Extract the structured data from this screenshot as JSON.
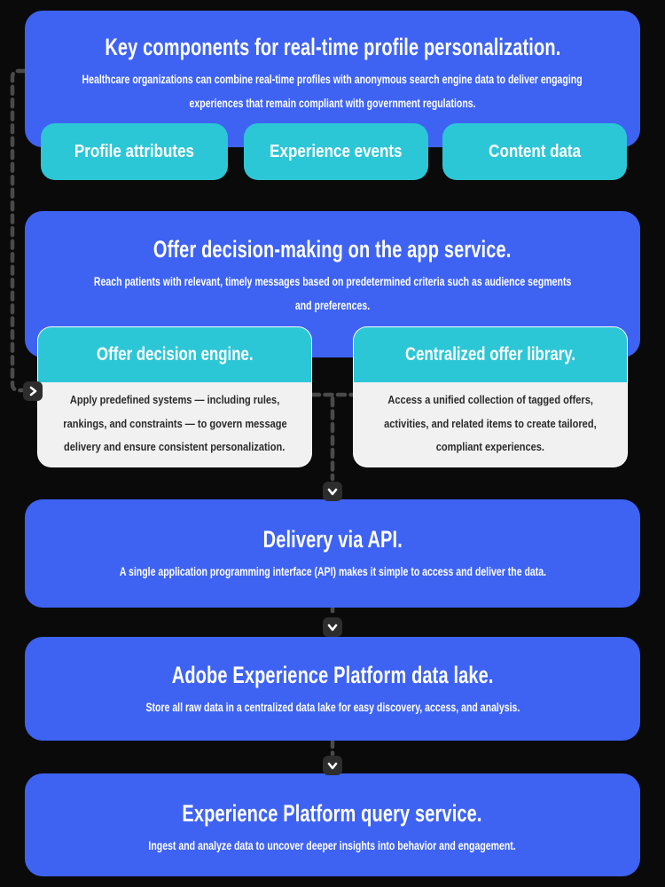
{
  "colors": {
    "background": "#0a0a0a",
    "primary_blue": "#3e63f3",
    "teal": "#2cc7d6",
    "card_body_background": "#f1f1f1",
    "card_body_text": "#2b2b2b",
    "connector_dash": "#4a4a4a",
    "arrow_chip_background": "#2d2d2d",
    "text_on_blue": "#ffffff"
  },
  "flow": {
    "step1": {
      "title": "Key components for real-time profile personalization.",
      "subtitle_lines": [
        "Healthcare organizations can combine real-time profiles with anonymous search engine data to deliver engaging",
        "experiences that remain compliant with government regulations."
      ],
      "pills": [
        {
          "label": "Profile attributes"
        },
        {
          "label": "Experience events"
        },
        {
          "label": "Content data"
        }
      ]
    },
    "step2": {
      "title": "Offer decision-making on the app service.",
      "subtitle_lines": [
        "Reach patients with relevant, timely messages based on predetermined criteria such as audience segments",
        "and preferences."
      ],
      "cards": [
        {
          "title": "Offer decision engine.",
          "body_lines": [
            "Apply predefined systems — including rules,",
            "rankings, and constraints — to govern message",
            "delivery and ensure consistent personalization."
          ]
        },
        {
          "title": "Centralized offer library.",
          "body_lines": [
            "Access a unified collection of tagged offers,",
            "activities, and related items to create tailored,",
            "compliant experiences."
          ]
        }
      ]
    },
    "step3": {
      "title": "Delivery via API.",
      "subtitle_lines": [
        "A single application programming interface (API) makes it simple to access and deliver the data."
      ]
    },
    "step4": {
      "title": "Adobe Experience Platform data lake.",
      "subtitle_lines": [
        "Store all raw data in a centralized data lake for easy discovery, access, and analysis."
      ]
    },
    "step5": {
      "title": "Experience Platform query service.",
      "subtitle_lines": [
        "Ingest and analyze data to uncover deeper insights into behavior and engagement."
      ]
    }
  },
  "icons": {
    "arrow_into_engine": "chevron-right-icon",
    "arrow_to_delivery": "chevron-down-icon",
    "arrow_to_data_lake": "chevron-down-icon",
    "arrow_to_query_service": "chevron-down-icon"
  }
}
